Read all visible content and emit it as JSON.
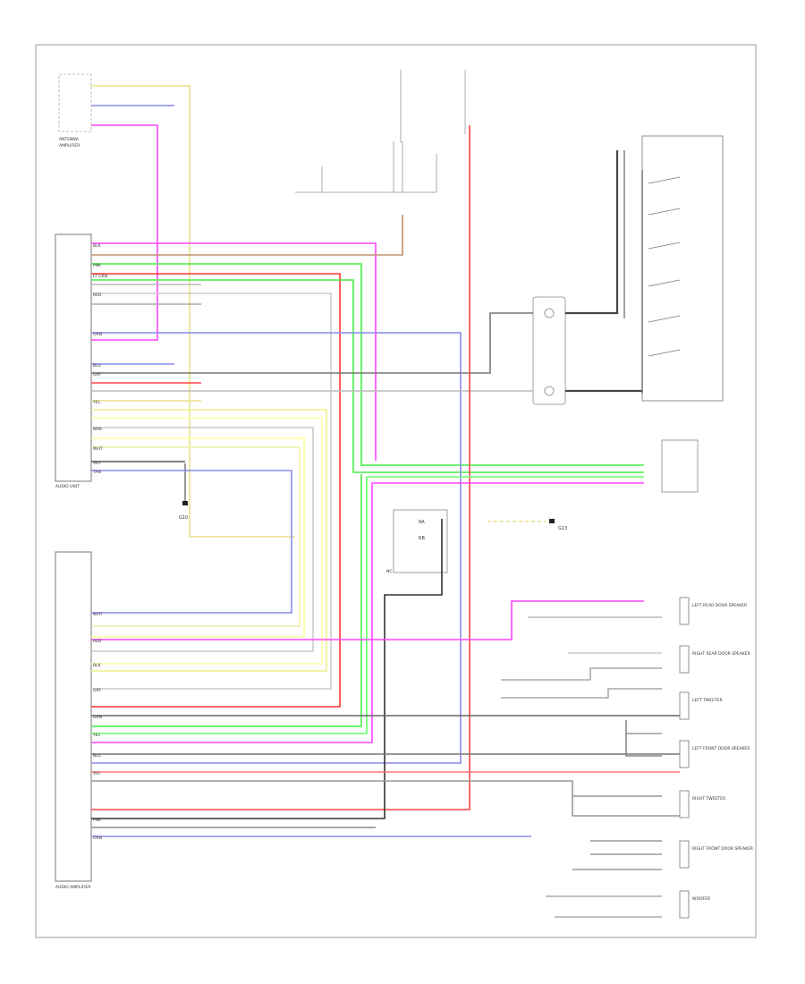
{
  "components": {
    "antenna": [
      "ANTENNA",
      "AMPLIFIER"
    ],
    "audio_unit": "AUDIO UNIT",
    "audio_amplifier": "AUDIO AMPLIFIER",
    "ground_left": "G10",
    "ground_right": "G13",
    "connector_ra": "RA",
    "connector_rb": "RB",
    "splice_nc": "NC"
  },
  "left_wire_labels": [
    "BLK",
    "PNK",
    "LT GRN",
    "RED",
    "ORN",
    "BLU",
    "GRY",
    "YEL",
    "BRN",
    "WHT",
    "VIO",
    "TAN"
  ],
  "amp_wire_labels": [
    "WHT",
    "RED",
    "BLK",
    "GRY",
    "GRN",
    "YEL",
    "BLU",
    "VIO",
    "PNK",
    "ORN"
  ],
  "speakers": [
    "LEFT REAR DOOR SPEAKER",
    "RIGHT REAR DOOR SPEAKER",
    "LEFT TWEETER",
    "LEFT FRONT DOOR SPEAKER",
    "RIGHT TWEETER",
    "RIGHT FRONT DOOR SPEAKER",
    "WOOFER"
  ],
  "footer": ""
}
